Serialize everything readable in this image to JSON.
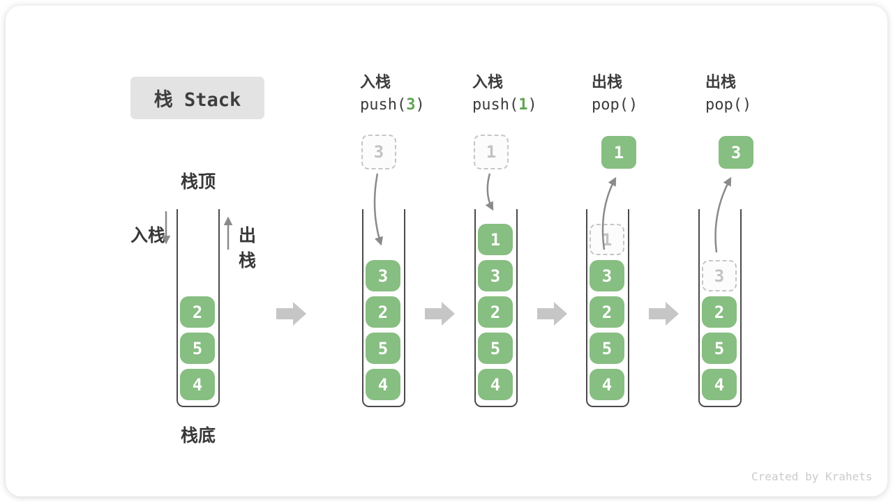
{
  "title": {
    "text": "栈 Stack"
  },
  "legend": {
    "stack_top": "栈顶",
    "stack_bottom": "栈底",
    "push": "入栈",
    "pop": "出栈"
  },
  "initial_stack": {
    "cells": [
      "2",
      "5",
      "4"
    ]
  },
  "steps": [
    {
      "id": "push-3",
      "label": "入栈",
      "code_fn": "push(",
      "code_arg": "3",
      "code_close": ")",
      "floating_value": "3",
      "floating_style": "dashed",
      "stack": [
        {
          "value": "3",
          "style": "solid"
        },
        {
          "value": "2",
          "style": "solid"
        },
        {
          "value": "5",
          "style": "solid"
        },
        {
          "value": "4",
          "style": "solid"
        }
      ]
    },
    {
      "id": "push-1",
      "label": "入栈",
      "code_fn": "push(",
      "code_arg": "1",
      "code_close": ")",
      "floating_value": "1",
      "floating_style": "dashed",
      "stack": [
        {
          "value": "1",
          "style": "solid"
        },
        {
          "value": "3",
          "style": "solid"
        },
        {
          "value": "2",
          "style": "solid"
        },
        {
          "value": "5",
          "style": "solid"
        },
        {
          "value": "4",
          "style": "solid"
        }
      ]
    },
    {
      "id": "pop-1",
      "label": "出栈",
      "code_fn": "pop(",
      "code_arg": "",
      "code_close": ")",
      "floating_value": "1",
      "floating_style": "solid",
      "stack": [
        {
          "value": "1",
          "style": "ghost"
        },
        {
          "value": "3",
          "style": "solid"
        },
        {
          "value": "2",
          "style": "solid"
        },
        {
          "value": "5",
          "style": "solid"
        },
        {
          "value": "4",
          "style": "solid"
        }
      ]
    },
    {
      "id": "pop-3",
      "label": "出栈",
      "code_fn": "pop(",
      "code_arg": "",
      "code_close": ")",
      "floating_value": "3",
      "floating_style": "solid",
      "stack": [
        {
          "value": "3",
          "style": "ghost"
        },
        {
          "value": "2",
          "style": "solid"
        },
        {
          "value": "5",
          "style": "solid"
        },
        {
          "value": "4",
          "style": "solid"
        }
      ]
    }
  ],
  "watermark": "Created by Krahets",
  "colors": {
    "element_green": "#87BE81",
    "code_arg_green": "#5FA452",
    "text_dark": "#3C3C3C",
    "arrow_gray": "#8A8A8A",
    "block_arrow_gray": "#C6C6C6",
    "ghost_gray": "#C2C2C2",
    "title_bg": "#E3E3E3"
  }
}
